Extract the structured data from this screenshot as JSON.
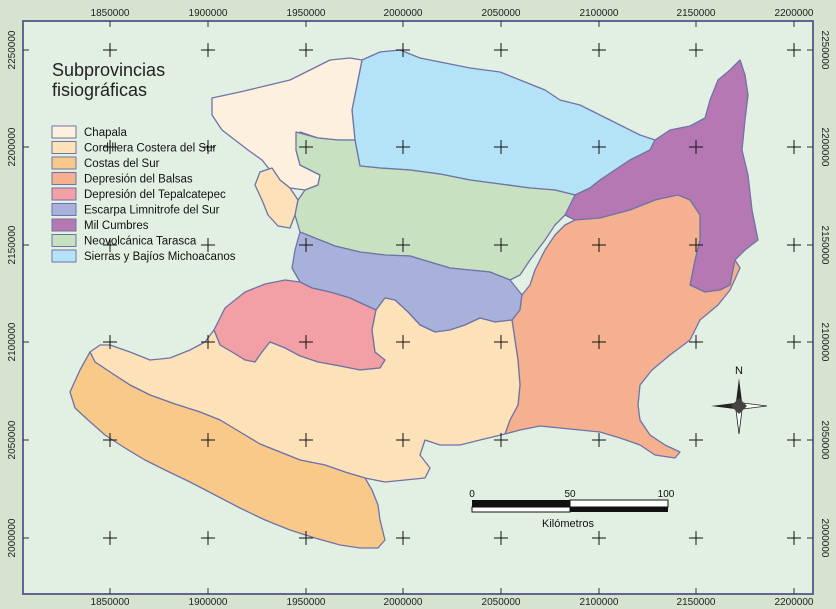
{
  "legend": {
    "title_line1": "Subprovincias",
    "title_line2": "fisiográficas",
    "items": [
      {
        "label": "Chapala",
        "color": "#fdf0df"
      },
      {
        "label": "Cordillera Costera del Sur",
        "color": "#fde1b9"
      },
      {
        "label": "Costas del Sur",
        "color": "#f9c98a"
      },
      {
        "label": "Depresión del Balsas",
        "color": "#f5b08f"
      },
      {
        "label": "Depresión del Tepalcatepec",
        "color": "#f29fa6"
      },
      {
        "label": "Escarpa Limnitrofe del Sur",
        "color": "#a7b1d9"
      },
      {
        "label": "Mil Cumbres",
        "color": "#b578b2"
      },
      {
        "label": "Neovolcánica Tarasca",
        "color": "#c8e2c1"
      },
      {
        "label": "Sierras y Bajíos Michoacanos",
        "color": "#b4e3f8"
      }
    ]
  },
  "axes": {
    "x_ticks": [
      "1850000",
      "1900000",
      "1950000",
      "2000000",
      "2050000",
      "2100000",
      "2150000",
      "2200000"
    ],
    "y_ticks": [
      "2250000",
      "2200000",
      "2150000",
      "2100000",
      "2050000",
      "2000000"
    ]
  },
  "north_label": "N",
  "scale_bar": {
    "labels": [
      "0",
      "50",
      "100"
    ],
    "unit": "Kilómetros"
  },
  "colors": {
    "frame_band": "#d5e3cf",
    "map_background": "#e2efe3",
    "boundary": "#6f73a6"
  }
}
